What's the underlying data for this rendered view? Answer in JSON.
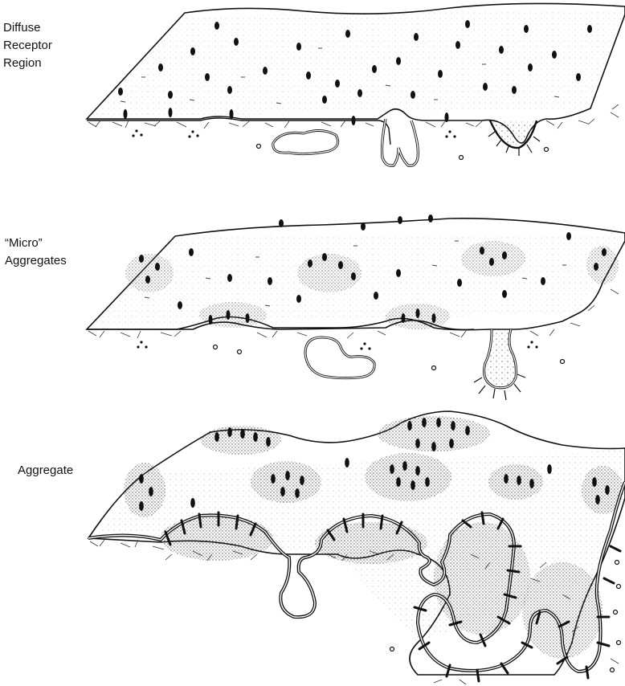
{
  "panels": [
    {
      "label": "Diffuse\nReceptor\nRegion"
    },
    {
      "label": "“Micro”\nAggregates"
    },
    {
      "label": "Aggregate"
    }
  ],
  "colors": {
    "ink": "#111111",
    "paper": "#ffffff",
    "stipple": "#8a8a8a"
  }
}
